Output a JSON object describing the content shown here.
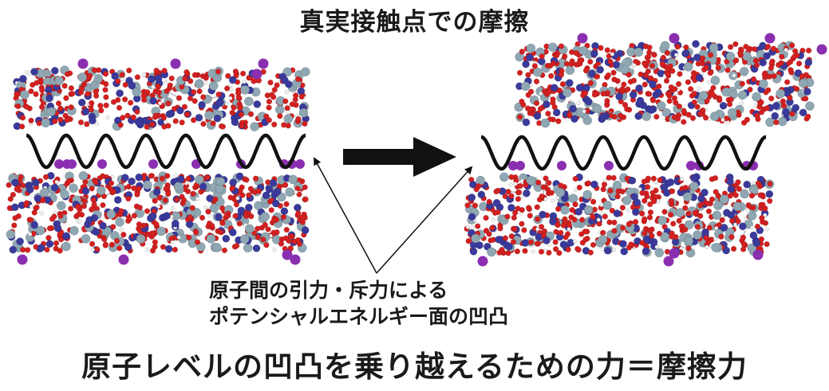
{
  "title": "真実接触点での摩擦",
  "annotation": {
    "line1": "原子間の引力・斥力による",
    "line2": "ポテンシャルエネルギー面の凹凸"
  },
  "conclusion": "原子レベルの凹凸を乗り越えるための力＝摩擦力",
  "colors": {
    "oxygen": "#d42020",
    "nitrogen": "#3a3a9c",
    "silicon": "#8fa7b3",
    "potassium": "#8a2fb0",
    "hydrogen": "#f2f2f2",
    "bond": "#b9b9c6",
    "wave": "#111111",
    "arrow": "#111111"
  }
}
